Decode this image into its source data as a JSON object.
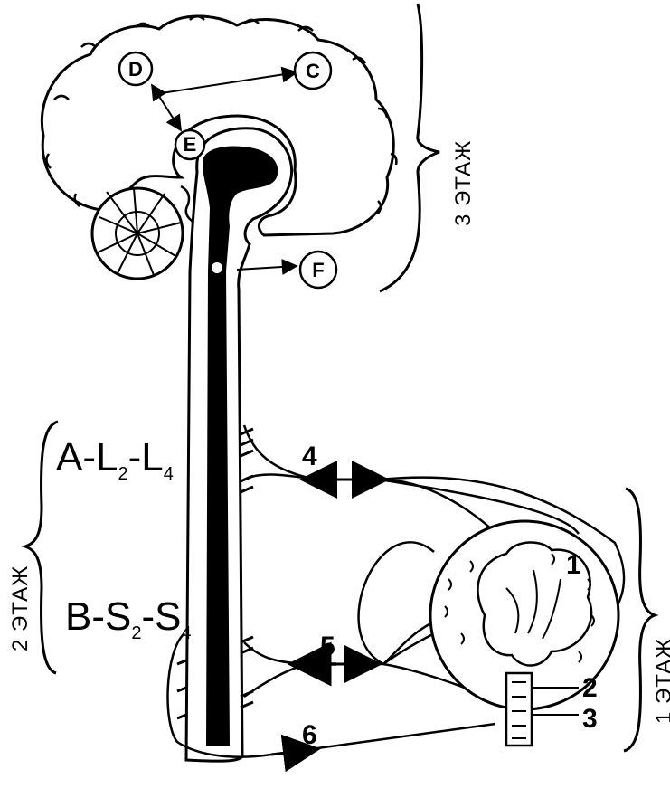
{
  "nodes": {
    "d": "D",
    "c": "C",
    "e": "E",
    "f": "F"
  },
  "numbers": {
    "n1": "1",
    "n2": "2",
    "n3": "3",
    "n4": "4",
    "n5": "5",
    "n6": "6"
  },
  "segments": {
    "a": {
      "lead": "A-L",
      "sub1": "2",
      "mid": "-L",
      "sub2": "4"
    },
    "b": {
      "lead": "B-S",
      "sub1": "2",
      "mid": "-S",
      "sub2": "4"
    }
  },
  "floors": {
    "third": "3 ЭТАЖ",
    "second": "2 ЭТАЖ",
    "first": "1 ЭТАЖ"
  }
}
